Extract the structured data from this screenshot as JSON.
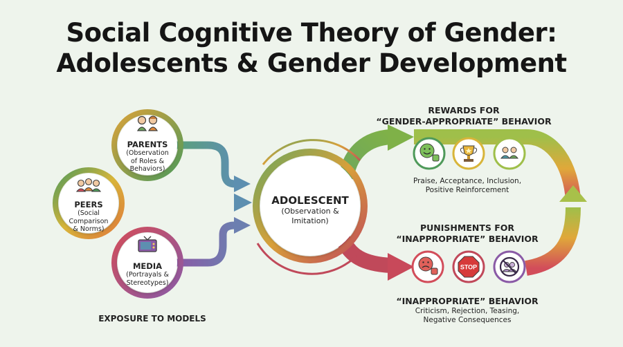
{
  "title_line1": "Social Cognitive Theory of Gender:",
  "title_line2": "Adolescents & Gender Development",
  "models": {
    "parents": {
      "name": "PARENTS",
      "sub": [
        "(Observation",
        "of Roles &",
        "Behaviors)"
      ],
      "icon": "parents-icon"
    },
    "peers": {
      "name": "PEERS",
      "sub": [
        "(Social",
        "Comparison",
        "& Norms)"
      ],
      "icon": "peers-icon"
    },
    "media": {
      "name": "MEDIA",
      "sub": [
        "(Portrayals &",
        "Stereotypes)"
      ],
      "icon": "tv-icon"
    },
    "caption": "EXPOSURE TO MODELS"
  },
  "center": {
    "name": "ADOLESCENT",
    "sub": [
      "(Observation &",
      "Imitation)"
    ]
  },
  "rewards": {
    "heading": [
      "REWARDS FOR",
      "“GENDER-APPROPRIATE” BEHAVIOR"
    ],
    "details": [
      "Praise, Acceptance, Inclusion,",
      "Positive Reinforcement"
    ],
    "icons": [
      "smile-thumbs-up-icon",
      "trophy-icon",
      "group-icon"
    ]
  },
  "punishments": {
    "heading": [
      "PUNISHMENTS FOR",
      "“INAPPROPRIATE” BEHAVIOR"
    ],
    "icons": [
      "sad-thumbs-down-icon",
      "stop-sign-icon",
      "no-group-icon"
    ],
    "stop_text": "STOP"
  },
  "inappropriate": {
    "heading": "“INAPPROPRIATE” BEHAVIOR",
    "details": [
      "Criticism, Rejection, Teasing,",
      "Negative Consequences"
    ]
  },
  "colors": {
    "green": "#4f9a5a",
    "teal": "#4e9aa8",
    "yellow": "#d8b53a",
    "orange": "#e08a3a",
    "red": "#d24d5a",
    "purple": "#8a5aa6",
    "steel": "#5d8fb0"
  }
}
